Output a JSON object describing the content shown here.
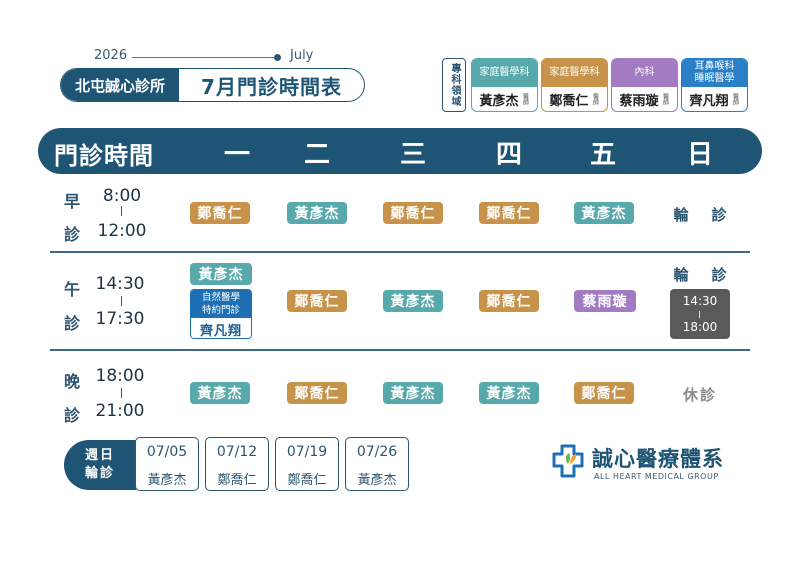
{
  "header": {
    "year": "2026",
    "month_en": "July",
    "clinic_name": "北屯誠心診所",
    "schedule_title": "7月門診時間表"
  },
  "specialties": {
    "label": "專科領域",
    "doctors": [
      {
        "specialty": "家庭醫學科",
        "name": "黃彥杰",
        "suffix": "醫師",
        "color": "#58a9ab"
      },
      {
        "specialty": "家庭醫學科",
        "name": "鄭喬仁",
        "suffix": "醫師",
        "color": "#c7924a"
      },
      {
        "specialty": "內科",
        "name": "蔡雨璇",
        "suffix": "醫師",
        "color": "#a27bc2"
      },
      {
        "specialty": "耳鼻喉科\n睡眠醫學",
        "name": "齊凡翔",
        "suffix": "醫師",
        "color": "#2a7fc7"
      }
    ]
  },
  "table": {
    "header_label": "門診時間",
    "days": [
      "一",
      "二",
      "三",
      "四",
      "五",
      "日"
    ],
    "morning": {
      "char1": "早",
      "char2": "診",
      "start": "8:00",
      "end": "12:00",
      "slots": [
        "鄭喬仁",
        "黃彥杰",
        "鄭喬仁",
        "鄭喬仁",
        "黃彥杰",
        "輪　診"
      ]
    },
    "afternoon": {
      "char1": "午",
      "char2": "診",
      "start": "14:30",
      "end": "17:30",
      "slots": [
        "黃彥杰",
        "鄭喬仁",
        "黃彥杰",
        "鄭喬仁",
        "蔡雨璇",
        "輪　診"
      ],
      "special": {
        "line1": "自然醫學",
        "line2": "特約門診",
        "doctor": "齊凡翔"
      },
      "sunday_hours": {
        "start": "14:30",
        "end": "18:00"
      }
    },
    "evening": {
      "char1": "晚",
      "char2": "診",
      "start": "18:00",
      "end": "21:00",
      "slots": [
        "黃彥杰",
        "鄭喬仁",
        "黃彥杰",
        "黃彥杰",
        "鄭喬仁",
        "休診"
      ]
    }
  },
  "sunday_rotation": {
    "label_line1": "週日",
    "label_line2": "輪診",
    "entries": [
      {
        "date": "07/05",
        "doctor": "黃彥杰"
      },
      {
        "date": "07/12",
        "doctor": "鄭喬仁"
      },
      {
        "date": "07/19",
        "doctor": "鄭喬仁"
      },
      {
        "date": "07/26",
        "doctor": "黃彥杰"
      }
    ]
  },
  "brand": {
    "name": "誠心醫療體系",
    "name_en": "ALL HEART MEDICAL GROUP"
  }
}
